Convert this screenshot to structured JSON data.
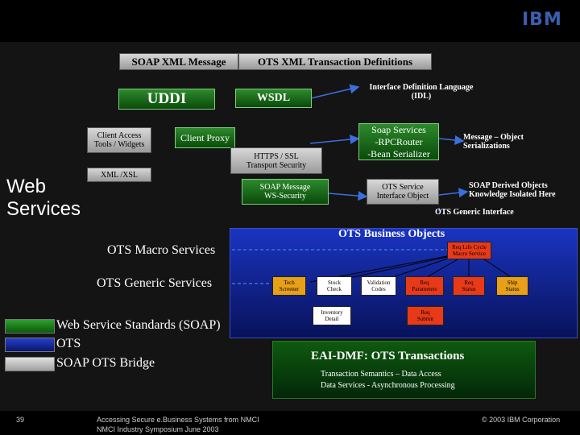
{
  "brand": "IBM",
  "soap_xml_message": "SOAP XML Message",
  "ots_xml_title": "OTS XML Transaction Definitions",
  "uddi": "UDDI",
  "wsdl": "WSDL",
  "idl_line1": "Interface Definition Language",
  "idl_line2": "(IDL)",
  "client_access_line1": "Client Access",
  "client_access_line2": "Tools / Widgets",
  "client_proxy": "Client Proxy",
  "https_line1": "HTTPS / SSL",
  "https_line2": "Transport Security",
  "soap_services_line1": "Soap Services",
  "soap_services_line2": "-RPCRouter",
  "soap_services_line3": "-Bean Serializer",
  "message_object_line1": "Message – Object",
  "message_object_line2": "Serializations",
  "xml_xsl": "XML /XSL",
  "web_services_line1": "Web",
  "web_services_line2": "Services",
  "soap_message_line1": "SOAP Message",
  "soap_message_line2": "WS-Security",
  "ots_service_line1": "OTS Service",
  "ots_service_line2": "Interface Object",
  "soap_derived_line1": "SOAP Derived Objects",
  "soap_derived_line2": "Knowledge Isolated Here",
  "ots_generic_interface": "OTS Generic Interface",
  "ots_business_objects": "OTS Business Objects",
  "ots_macro_services": "OTS Macro Services",
  "req_life_cycle_line1": "Req Life Cycle",
  "req_life_cycle_line2": "Macro Service",
  "ots_generic_services": "OTS Generic Services",
  "generic_nodes": [
    {
      "l1": "Tech",
      "l2": "Screener"
    },
    {
      "l1": "Stock",
      "l2": "Check"
    },
    {
      "l1": "Validation",
      "l2": "Codes"
    },
    {
      "l1": "Req",
      "l2": "Parameters"
    },
    {
      "l1": "Req",
      "l2": "Status"
    },
    {
      "l1": "Ship",
      "l2": "Status"
    },
    {
      "l1": "Inventory",
      "l2": "Detail"
    },
    {
      "l1": "Req",
      "l2": "Submit"
    }
  ],
  "legend": [
    "Web Service Standards (SOAP)",
    "OTS",
    "SOAP OTS Bridge"
  ],
  "eai_dmf": "EAI-DMF: OTS Transactions",
  "txn_semantics": "Transaction Semantics – Data Access",
  "data_services": "Data Services - Asynchronous Processing",
  "page_number": "39",
  "footer_line1": "Accessing Secure e.Business Systems from NMCI",
  "footer_line2": "NMCI Industry Symposium June 2003",
  "copyright": "© 2003 IBM Corporation",
  "colors": {
    "standards": "#1a6e1a",
    "ots": "#1428a0",
    "bridge": "#c8c8c8"
  }
}
